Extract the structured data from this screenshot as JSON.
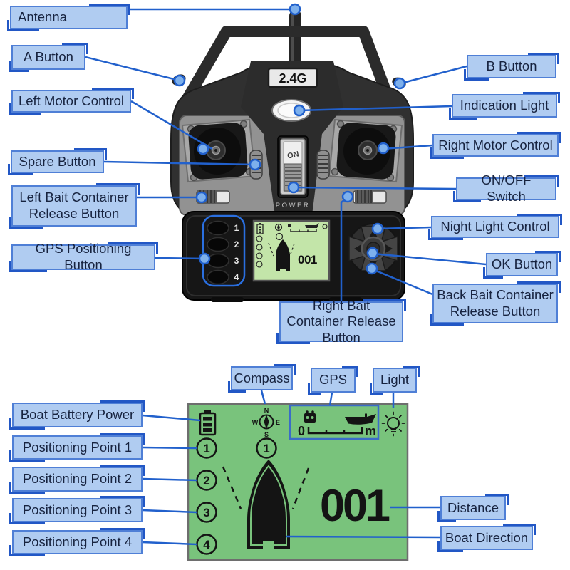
{
  "callouts": {
    "antenna": "Antenna",
    "a_button": "A Button",
    "left_motor": "Left Motor Control",
    "spare": "Spare Button",
    "left_bait": "Left Bait Container Release Button",
    "gps_positioning": "GPS Positioning Button",
    "b_button": "B Button",
    "indication_light": "Indication Light",
    "right_motor": "Right Motor Control",
    "on_off": "ON/OFF Switch",
    "night_light": "Night Light Control",
    "ok": "OK Button",
    "back_bait": "Back Bait Container Release Button",
    "right_bait": "Right Bait Container Release Button",
    "compass": "Compass",
    "gps": "GPS",
    "light": "Light",
    "boat_battery": "Boat Battery Power",
    "pp1": "Positioning Point 1",
    "pp2": "Positioning Point 2",
    "pp3": "Positioning Point 3",
    "pp4": "Positioning Point 4",
    "distance": "Distance",
    "boat_direction": "Boat Direction"
  },
  "remote": {
    "band_label": "2.4G",
    "on_label": "ON",
    "power_label": "POWER",
    "memory_buttons": [
      "1",
      "2",
      "3",
      "4"
    ]
  },
  "lcd": {
    "distance_value": "001",
    "scale_zero": "0",
    "scale_unit": "m",
    "compass": {
      "n": "N",
      "s": "S",
      "e": "E",
      "w": "W"
    },
    "points": [
      "1",
      "2",
      "3",
      "4"
    ],
    "boat_point": "1"
  },
  "colors": {
    "label_fill": "#b0ccf1",
    "label_border": "#4f7fd6",
    "bracket_blue": "#2257c5",
    "line_blue": "#2160cc",
    "lcd_green": "#79c37c",
    "mini_lcd_green": "#c3e5a9",
    "gps_box_border": "#3a6cc8",
    "ink_black": "#141414"
  }
}
